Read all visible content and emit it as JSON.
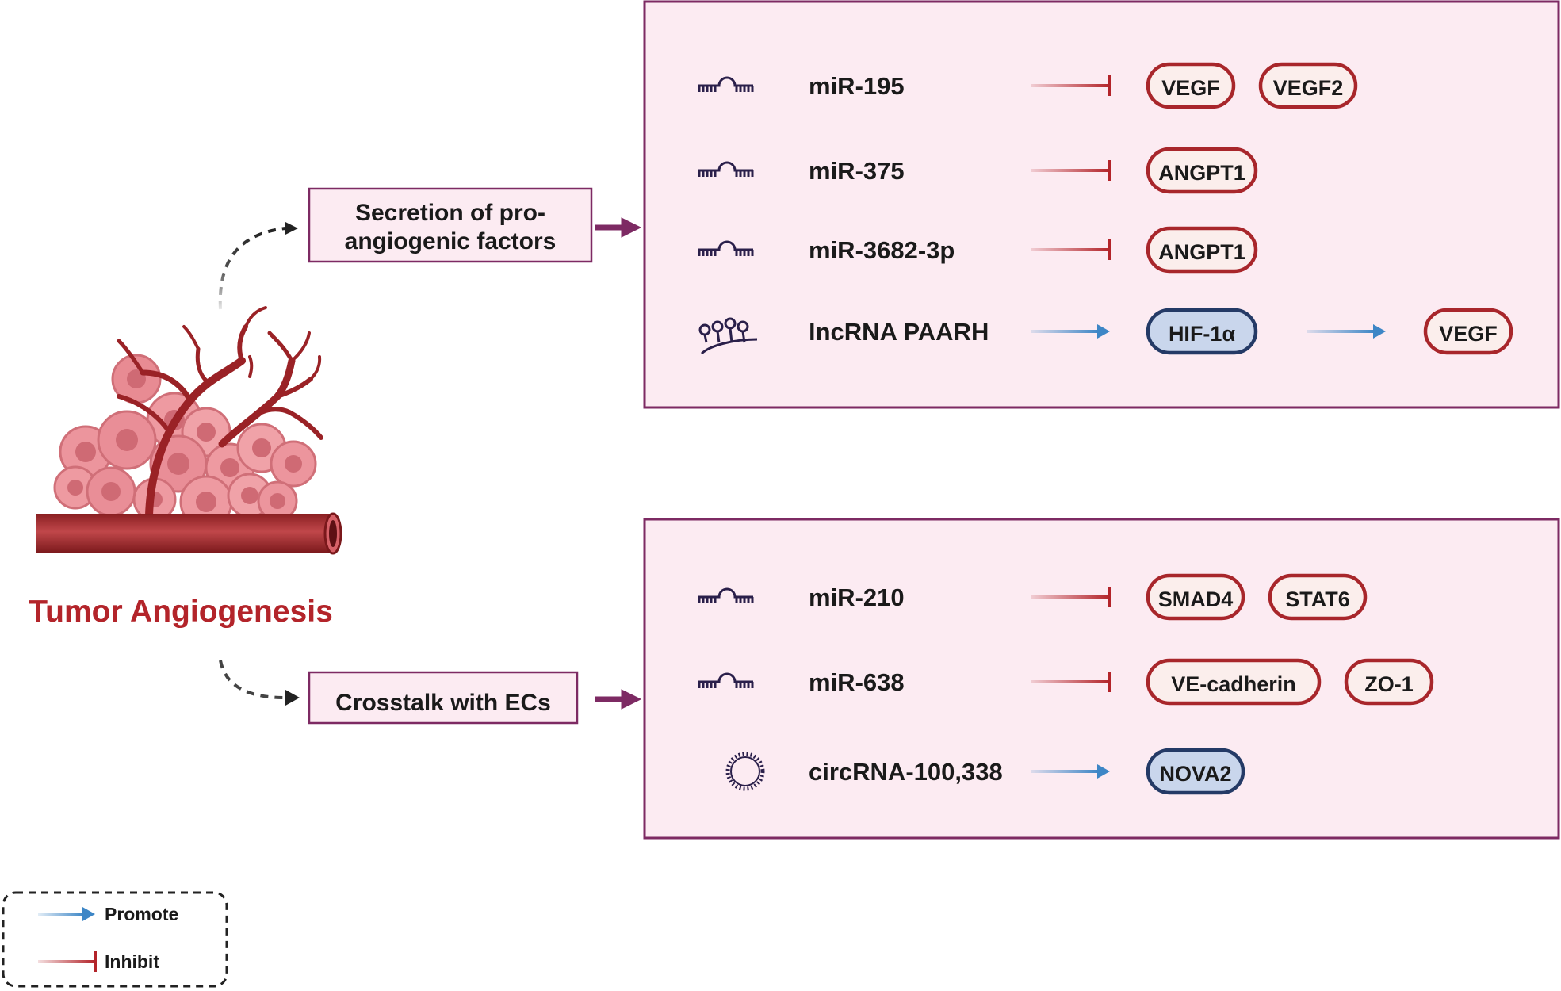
{
  "title": "Tumor Angiogenesis",
  "categories": [
    {
      "label_lines": [
        "Secretion of pro-",
        "angiogenic factors"
      ]
    },
    {
      "label_lines": [
        "Crosstalk with ECs"
      ]
    }
  ],
  "panels": [
    {
      "rows": [
        {
          "icon": "mirna-hairpin-icon",
          "label": "miR-195",
          "relation": "inhibit",
          "targets": [
            {
              "label": "VEGF",
              "kind": "red"
            },
            {
              "label": "VEGF2",
              "kind": "red"
            }
          ]
        },
        {
          "icon": "mirna-hairpin-icon",
          "label": "miR-375",
          "relation": "inhibit",
          "targets": [
            {
              "label": "ANGPT1",
              "kind": "red"
            }
          ]
        },
        {
          "icon": "mirna-hairpin-icon",
          "label": "miR-3682-3p",
          "relation": "inhibit",
          "targets": [
            {
              "label": "ANGPT1",
              "kind": "red"
            }
          ]
        },
        {
          "icon": "lncrna-icon",
          "label": "lncRNA PAARH",
          "relation": "promote",
          "targets": [
            {
              "label": "HIF-1α",
              "kind": "blue"
            }
          ],
          "then": {
            "relation": "promote",
            "label": "VEGF",
            "kind": "red"
          }
        }
      ]
    },
    {
      "rows": [
        {
          "icon": "mirna-hairpin-icon",
          "label": "miR-210",
          "relation": "inhibit",
          "targets": [
            {
              "label": "SMAD4",
              "kind": "red"
            },
            {
              "label": "STAT6",
              "kind": "red"
            }
          ]
        },
        {
          "icon": "mirna-hairpin-icon",
          "label": "miR-638",
          "relation": "inhibit",
          "targets": [
            {
              "label": "VE-cadherin",
              "kind": "red"
            },
            {
              "label": "ZO-1",
              "kind": "red"
            }
          ]
        },
        {
          "icon": "circrna-icon",
          "label": "circRNA-100,338",
          "relation": "promote",
          "targets": [
            {
              "label": "NOVA2",
              "kind": "blue"
            }
          ]
        }
      ]
    }
  ],
  "legend": [
    {
      "relation": "promote",
      "label": "Promote"
    },
    {
      "relation": "inhibit",
      "label": "Inhibit"
    }
  ],
  "colors": {
    "promote": "#3d86c6",
    "inhibit": "#b3242a",
    "panel_fill": "#fcebf2",
    "panel_border": "#7d2a63",
    "title": "#b3242a"
  }
}
